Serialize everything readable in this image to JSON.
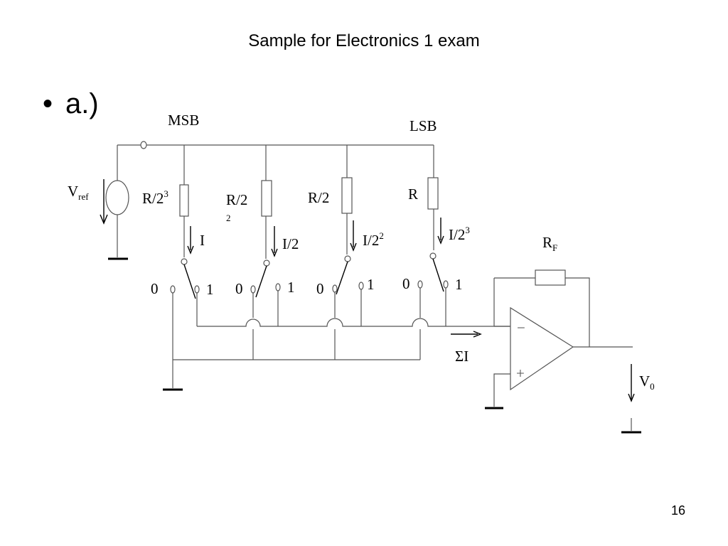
{
  "slide": {
    "title": "Sample for Electronics 1 exam",
    "bullet": "•",
    "subtitle": "a.)",
    "page_number": "16"
  },
  "circuit": {
    "msb": "MSB",
    "lsb": "LSB",
    "vref": {
      "main": "V",
      "sub": "ref"
    },
    "resistors": {
      "r1": {
        "main": "R/2",
        "sup": "3"
      },
      "r2": {
        "main": "R/2",
        "sub": "2"
      },
      "r3": {
        "main": "R/2"
      },
      "r4": {
        "main": "R"
      }
    },
    "currents": {
      "i1": "I",
      "i2": "I/2",
      "i3": {
        "main": "I/2",
        "sup": "2"
      },
      "i4": {
        "main": "I/2",
        "sup": "3"
      }
    },
    "switch_labels": {
      "s1_zero": "0",
      "s1_one": "1",
      "s2_zero": "0",
      "s2_one": "1",
      "s3_zero": "0",
      "s3_one": "1",
      "s4_zero": "0",
      "s4_one": "1"
    },
    "feedback": {
      "main": "R",
      "sub": "F"
    },
    "sum_current": "ΣI",
    "output": {
      "main": "V",
      "sub": "0"
    },
    "opamp": {
      "minus": "−",
      "plus": "+"
    }
  }
}
